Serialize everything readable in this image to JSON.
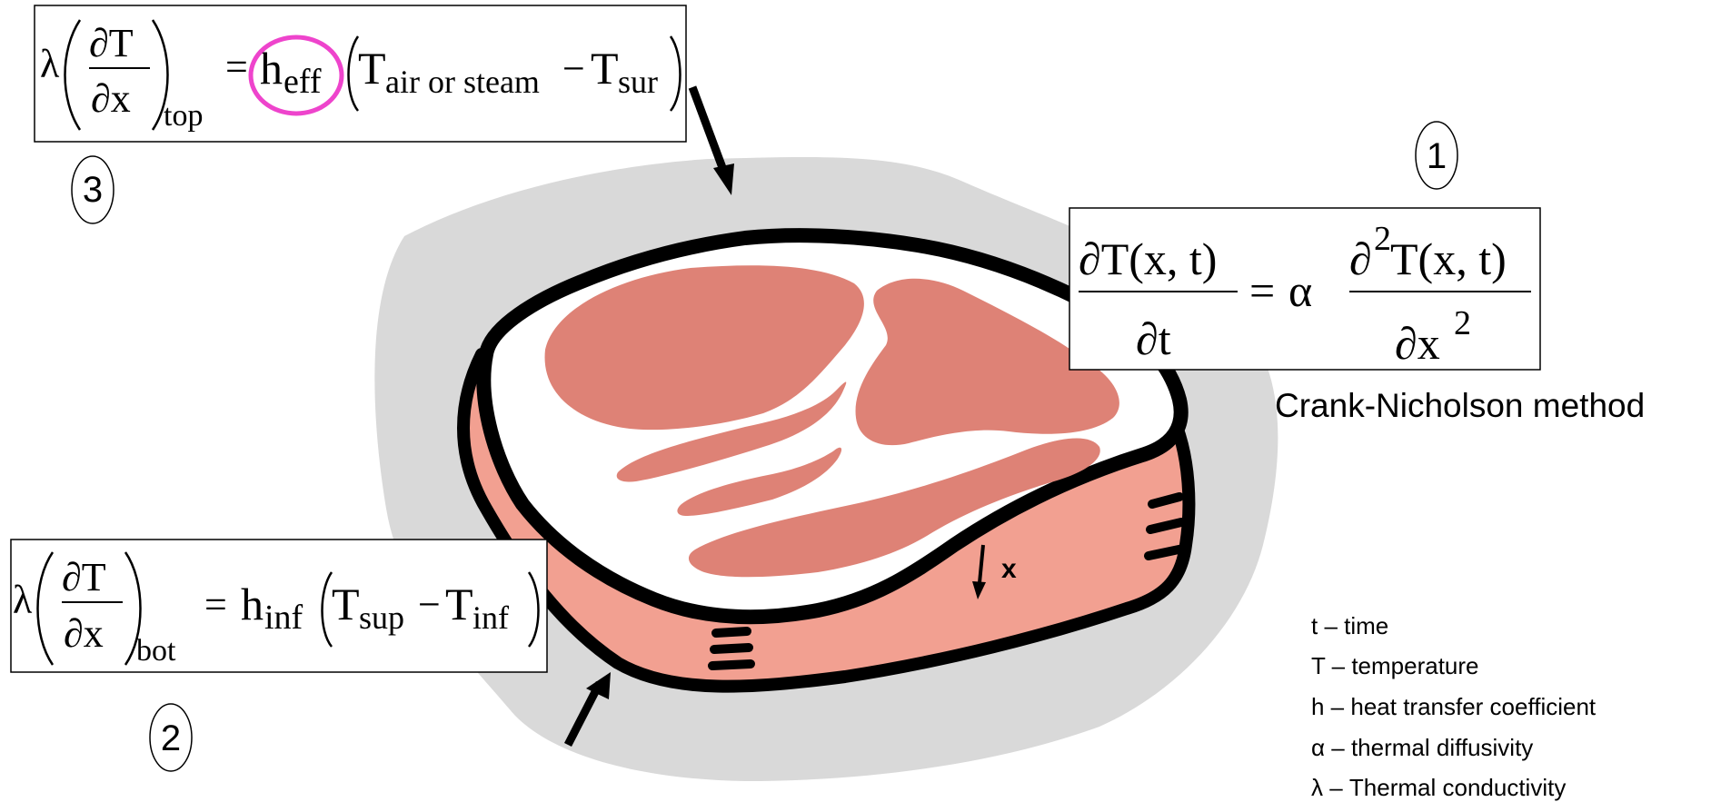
{
  "colors": {
    "background": "#ffffff",
    "shadow": "#d9d9d9",
    "outline": "#000000",
    "fat": "#ffffff",
    "lean": "#de8276",
    "side": "#f2a091",
    "highlight_circle": "#ee44cc"
  },
  "equations": {
    "top_bc": {
      "lambda": "λ",
      "num": "∂T",
      "den": "∂x",
      "sub": "top",
      "eq": "=",
      "h": "h",
      "h_sub": "eff",
      "T1": "T",
      "T1_sub": "air or steam",
      "minus": "−",
      "T2": "T",
      "T2_sub": "sur"
    },
    "bottom_bc": {
      "lambda": "λ",
      "num": "∂T",
      "den": "∂x",
      "sub": "bot",
      "eq": "=",
      "h": "h",
      "h_sub": "inf",
      "T1": "T",
      "T1_sub": "sup",
      "minus": "−",
      "T2": "T",
      "T2_sub": "inf"
    },
    "heat_equation": {
      "lhs_num": "∂T(x, t)",
      "lhs_den": "∂t",
      "eq": "=",
      "alpha": "α",
      "rhs_num_partial": "∂",
      "rhs_num_exp": "2",
      "rhs_num_rest": "T(x, t)",
      "rhs_den": "∂x",
      "rhs_den_exp": "2"
    }
  },
  "labels": {
    "circle_1": "1",
    "circle_2": "2",
    "circle_3": "3",
    "method": "Crank-Nicholson method",
    "x_axis": "x"
  },
  "legend": [
    "t – time",
    "T – temperature",
    "h – heat transfer coefficient",
    "α – thermal diffusivity",
    "λ – Thermal conductivity"
  ],
  "icons": {
    "steak": "steak-illustration",
    "top_arrow": "arrow-down-right-icon",
    "bottom_arrow": "arrow-up-right-icon",
    "x_arrow": "arrow-down-icon"
  }
}
